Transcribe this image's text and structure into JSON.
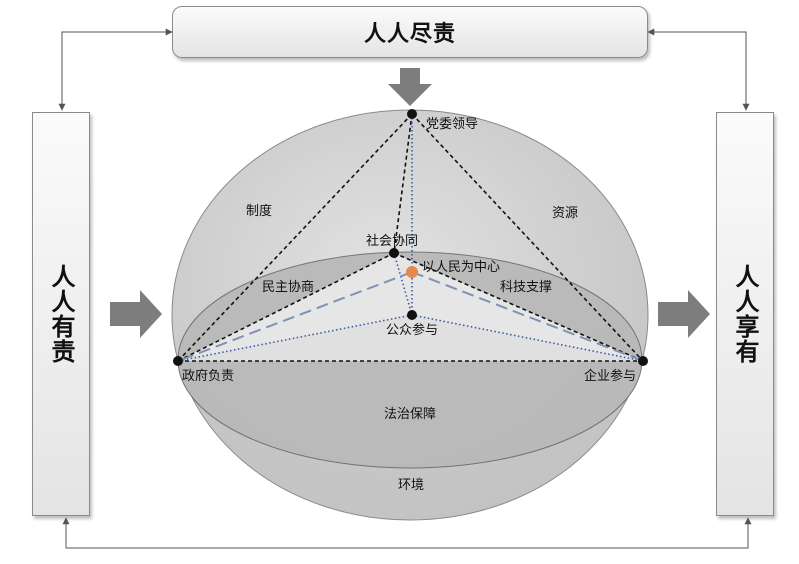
{
  "boxes": {
    "top": "人人尽责",
    "left": "人人有责",
    "right": "人人享有"
  },
  "nodes": {
    "apex": "党委领导",
    "left": "政府负责",
    "right": "企业参与",
    "back": "社会协同",
    "front": "公众参与",
    "center": "以人民为中心"
  },
  "regions": {
    "upper_left": "制度",
    "upper_right": "资源",
    "mid_left": "民主协商",
    "mid_right": "科技支撑",
    "lower": "法治保障",
    "bottom": "环境"
  },
  "colors": {
    "sphere": "#d2d2d2",
    "ellipse_disc": "#b8b8b8",
    "triangle_fill": "#e6e6e6",
    "arrow": "#7d7d7d",
    "blue_dotted": "#3b5aa6",
    "blue_dashed": "#7c93b3",
    "center_dot": "#e8894a"
  }
}
